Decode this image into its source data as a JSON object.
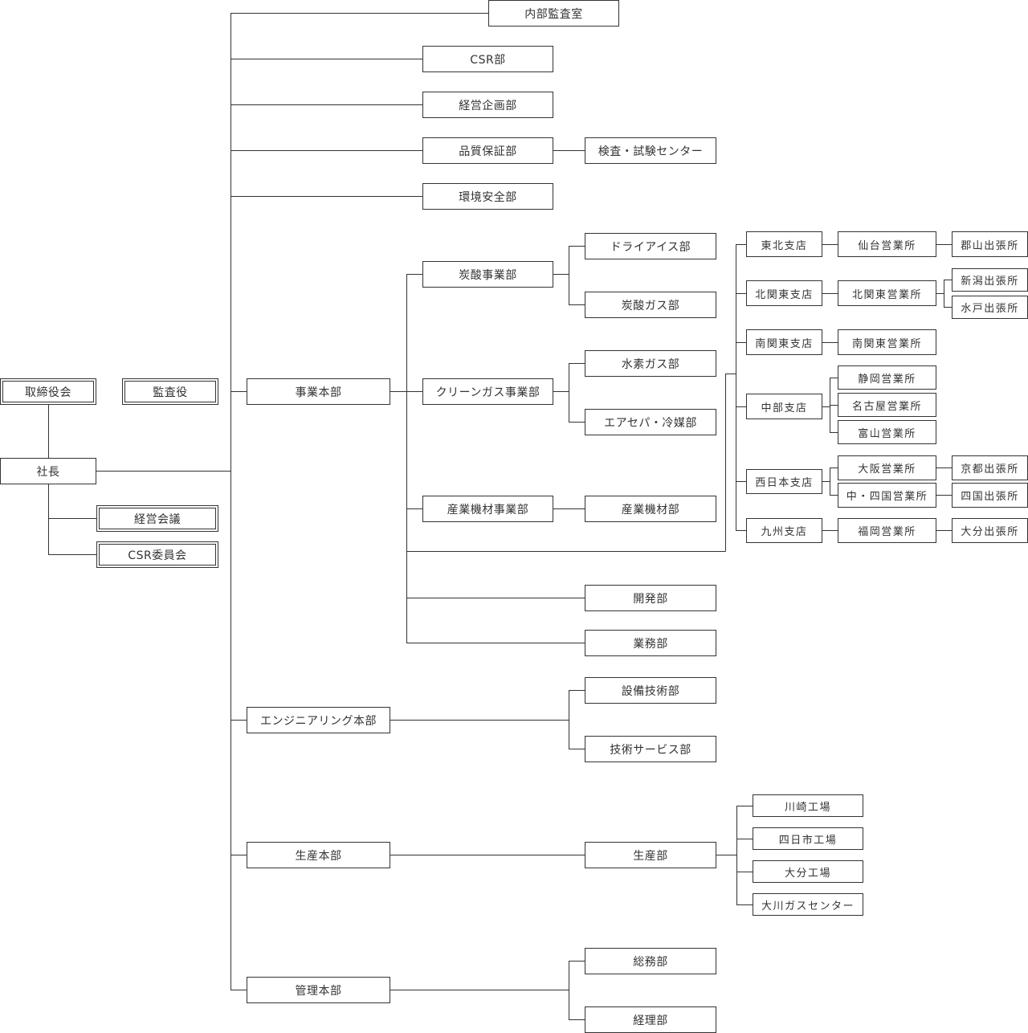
{
  "governance": {
    "board": "取締役会",
    "auditor": "監査役",
    "president": "社長",
    "management_meeting": "経営会議",
    "csr_committee": "CSR委員会"
  },
  "staff": {
    "internal_audit": "内部監査室",
    "csr": "CSR部",
    "corporate_planning": "経営企画部",
    "quality_assurance": "品質保証部",
    "inspection_center": "検査・試験センター",
    "environment_safety": "環境安全部"
  },
  "business_hq": {
    "label": "事業本部",
    "carbonic": {
      "label": "炭酸事業部",
      "children": [
        "ドライアイス部",
        "炭酸ガス部"
      ]
    },
    "clean_gas": {
      "label": "クリーンガス事業部",
      "children": [
        "水素ガス部",
        "エアセパ・冷媒部"
      ]
    },
    "industrial": {
      "label": "産業機材事業部",
      "children": [
        "産業機材部"
      ]
    },
    "branches": [
      {
        "label": "東北支店",
        "offices": [
          {
            "label": "仙台営業所",
            "subs": [
              "郡山出張所"
            ]
          }
        ]
      },
      {
        "label": "北関東支店",
        "offices": [
          {
            "label": "北関東営業所",
            "subs": [
              "新潟出張所",
              "水戸出張所"
            ]
          }
        ]
      },
      {
        "label": "南関東支店",
        "offices": [
          {
            "label": "南関東営業所",
            "subs": []
          }
        ]
      },
      {
        "label": "中部支店",
        "offices": [
          {
            "label": "静岡営業所",
            "subs": []
          },
          {
            "label": "名古屋営業所",
            "subs": []
          },
          {
            "label": "富山営業所",
            "subs": []
          }
        ]
      },
      {
        "label": "西日本支店",
        "offices": [
          {
            "label": "大阪営業所",
            "subs": [
              "京都出張所"
            ]
          },
          {
            "label": "中・四国営業所",
            "subs": [
              "四国出張所"
            ]
          }
        ]
      },
      {
        "label": "九州支店",
        "offices": [
          {
            "label": "福岡営業所",
            "subs": [
              "大分出張所"
            ]
          }
        ]
      }
    ],
    "development": "開発部",
    "operations": "業務部"
  },
  "engineering_hq": {
    "label": "エンジニアリング本部",
    "children": [
      "設備技術部",
      "技術サービス部"
    ]
  },
  "production_hq": {
    "label": "生産本部",
    "production": "生産部",
    "plants": [
      "川崎工場",
      "四日市工場",
      "大分工場",
      "大川ガスセンター"
    ]
  },
  "admin_hq": {
    "label": "管理本部",
    "children": [
      "総務部",
      "経理部"
    ]
  }
}
